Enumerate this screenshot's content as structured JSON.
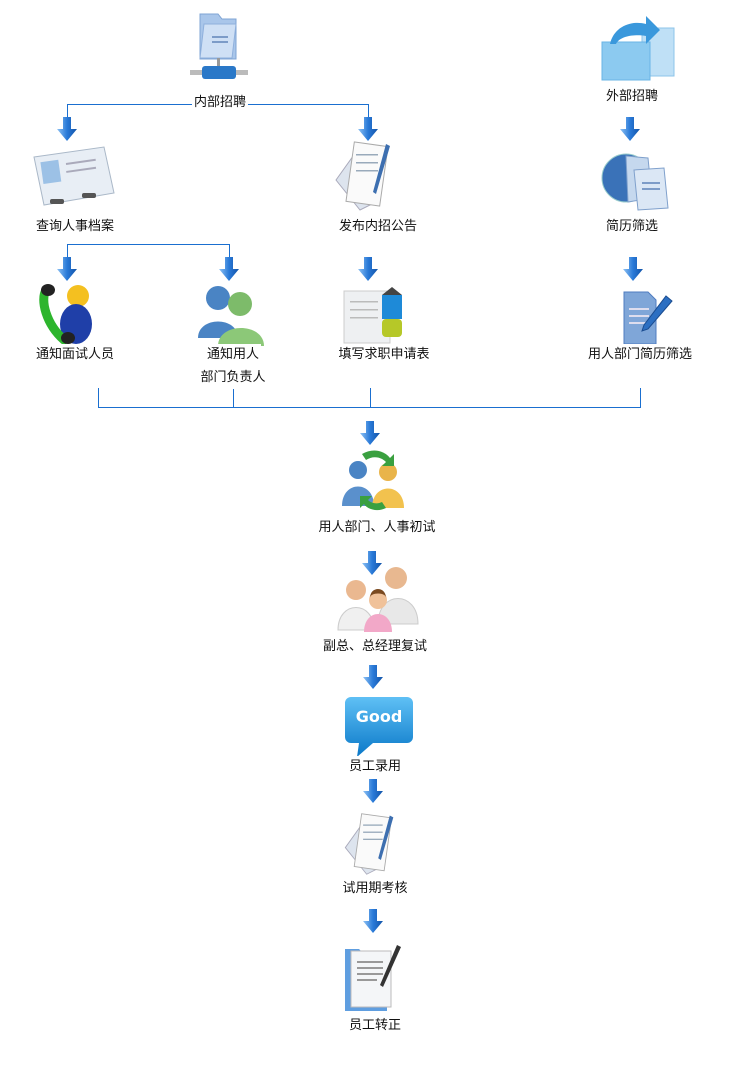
{
  "nodes": {
    "internal": "内部招聘",
    "external": "外部招聘",
    "query_files": "查询人事档案",
    "publish_notice": "发布内招公告",
    "resume_screen": "简历筛选",
    "notify_candidates": "通知面试人员",
    "notify_dept_line1": "通知用人",
    "notify_dept_line2": "部门负责人",
    "fill_form": "填写求职申请表",
    "dept_resume_screen": "用人部门简历筛选",
    "first_interview": "用人部门、人事初试",
    "second_interview": "副总、总经理复试",
    "hire": "员工录用",
    "probation": "试用期考核",
    "regularize": "员工转正"
  },
  "icons": {
    "good_bubble_text": "Good"
  },
  "colors": {
    "line": "#1a6fd0",
    "arrow": "#2f7fdc"
  }
}
